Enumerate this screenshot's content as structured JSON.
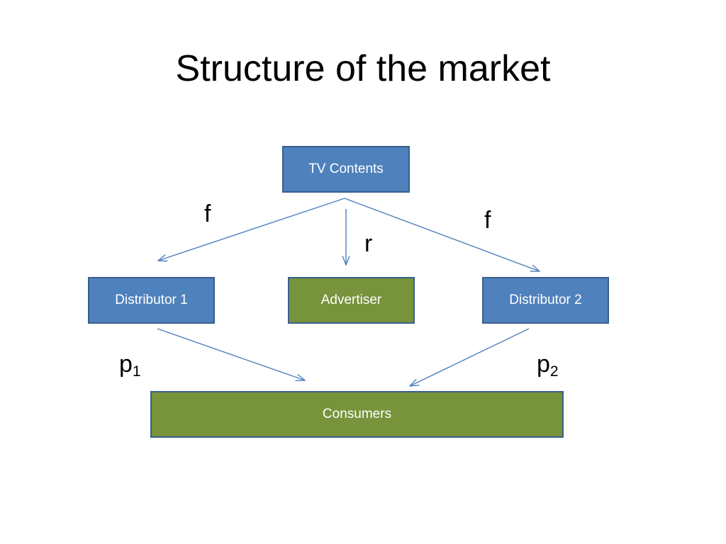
{
  "slide": {
    "title": "Structure of the market"
  },
  "nodes": {
    "tv_contents": "TV Contents",
    "distributor_1": "Distributor 1",
    "advertiser": "Advertiser",
    "distributor_2": "Distributor 2",
    "consumers": "Consumers"
  },
  "edge_labels": {
    "f_left": "f",
    "f_right": "f",
    "r": "r",
    "p1_base": "p",
    "p1_sub": "1",
    "p2_base": "p",
    "p2_sub": "2"
  },
  "colors": {
    "blue_box": "#4f81bd",
    "green_box": "#77933c",
    "border": "#3a5f8c",
    "arrow": "#4f81bd"
  }
}
